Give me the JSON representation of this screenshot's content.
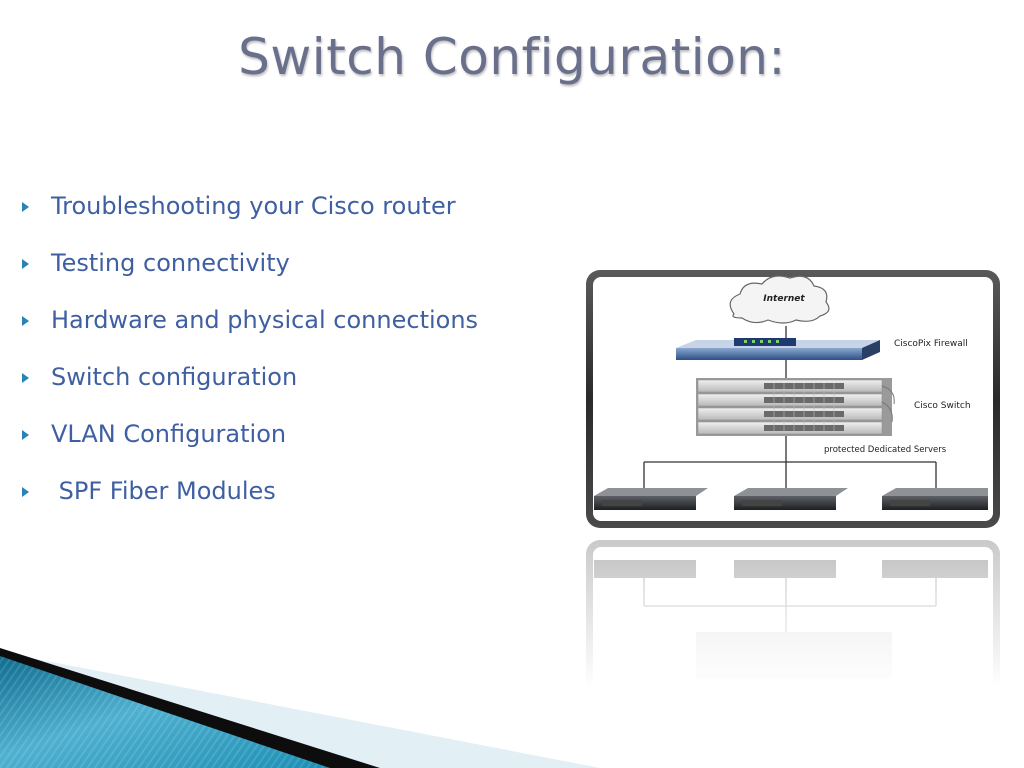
{
  "slide": {
    "title": "Switch Configuration:",
    "bullets": [
      "Troubleshooting your Cisco router",
      "Testing connectivity",
      "Hardware and physical connections",
      "Switch configuration",
      "VLAN Configuration",
      " SPF Fiber Modules"
    ]
  },
  "diagram": {
    "cloud_label": "Internet",
    "firewall_label": "CiscoPix Firewall",
    "switch_label": "Cisco Switch",
    "servers_label": "protected Dedicated Servers"
  },
  "colors": {
    "title": "#6a6f8c",
    "bullet_text": "#3f5fa3",
    "bullet_marker": "#2a83b7",
    "corner_teal": "#1d7f9f"
  },
  "icons": [
    "triangle-bullet-icon",
    "cloud-icon",
    "firewall-icon",
    "switch-stack-icon",
    "server-icon"
  ]
}
